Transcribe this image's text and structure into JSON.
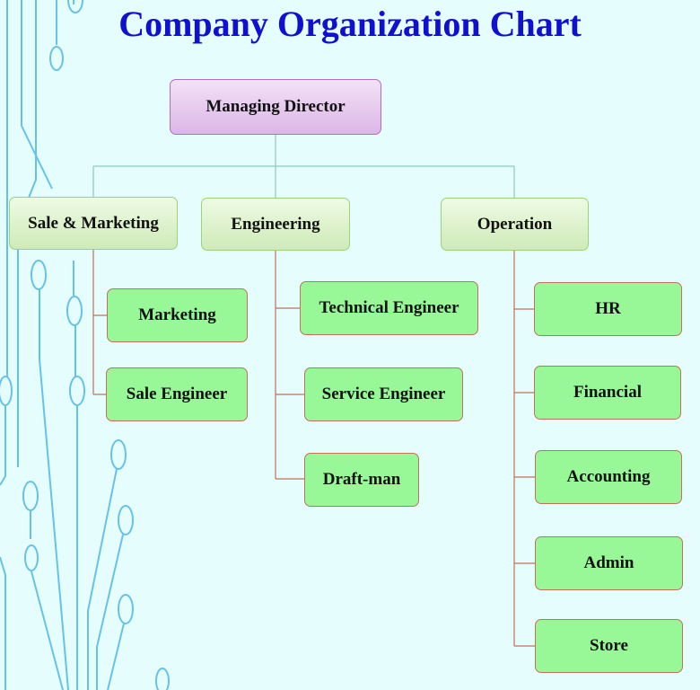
{
  "title": "Company Organization Chart",
  "root": {
    "label": "Managing  Director"
  },
  "departments": [
    {
      "label": "Sale & Marketing",
      "children": [
        "Marketing",
        "Sale Engineer"
      ]
    },
    {
      "label": "Engineering",
      "children": [
        "Technical  Engineer",
        "Service Engineer",
        "Draft-man"
      ]
    },
    {
      "label": "Operation",
      "children": [
        "HR",
        "Financial",
        "Accounting",
        "Admin",
        "Store"
      ]
    }
  ],
  "colors": {
    "title": "#1010d0",
    "root_fill": "#dcb6e6",
    "dept_fill": "#cfeab8",
    "leaf_fill": "#98f898",
    "leaf_border": "#c2715a",
    "connector_top": "#8ccaba",
    "connector_child": "#c2715a",
    "background": "#e6fdfd",
    "decor": "#3bb0e0"
  }
}
